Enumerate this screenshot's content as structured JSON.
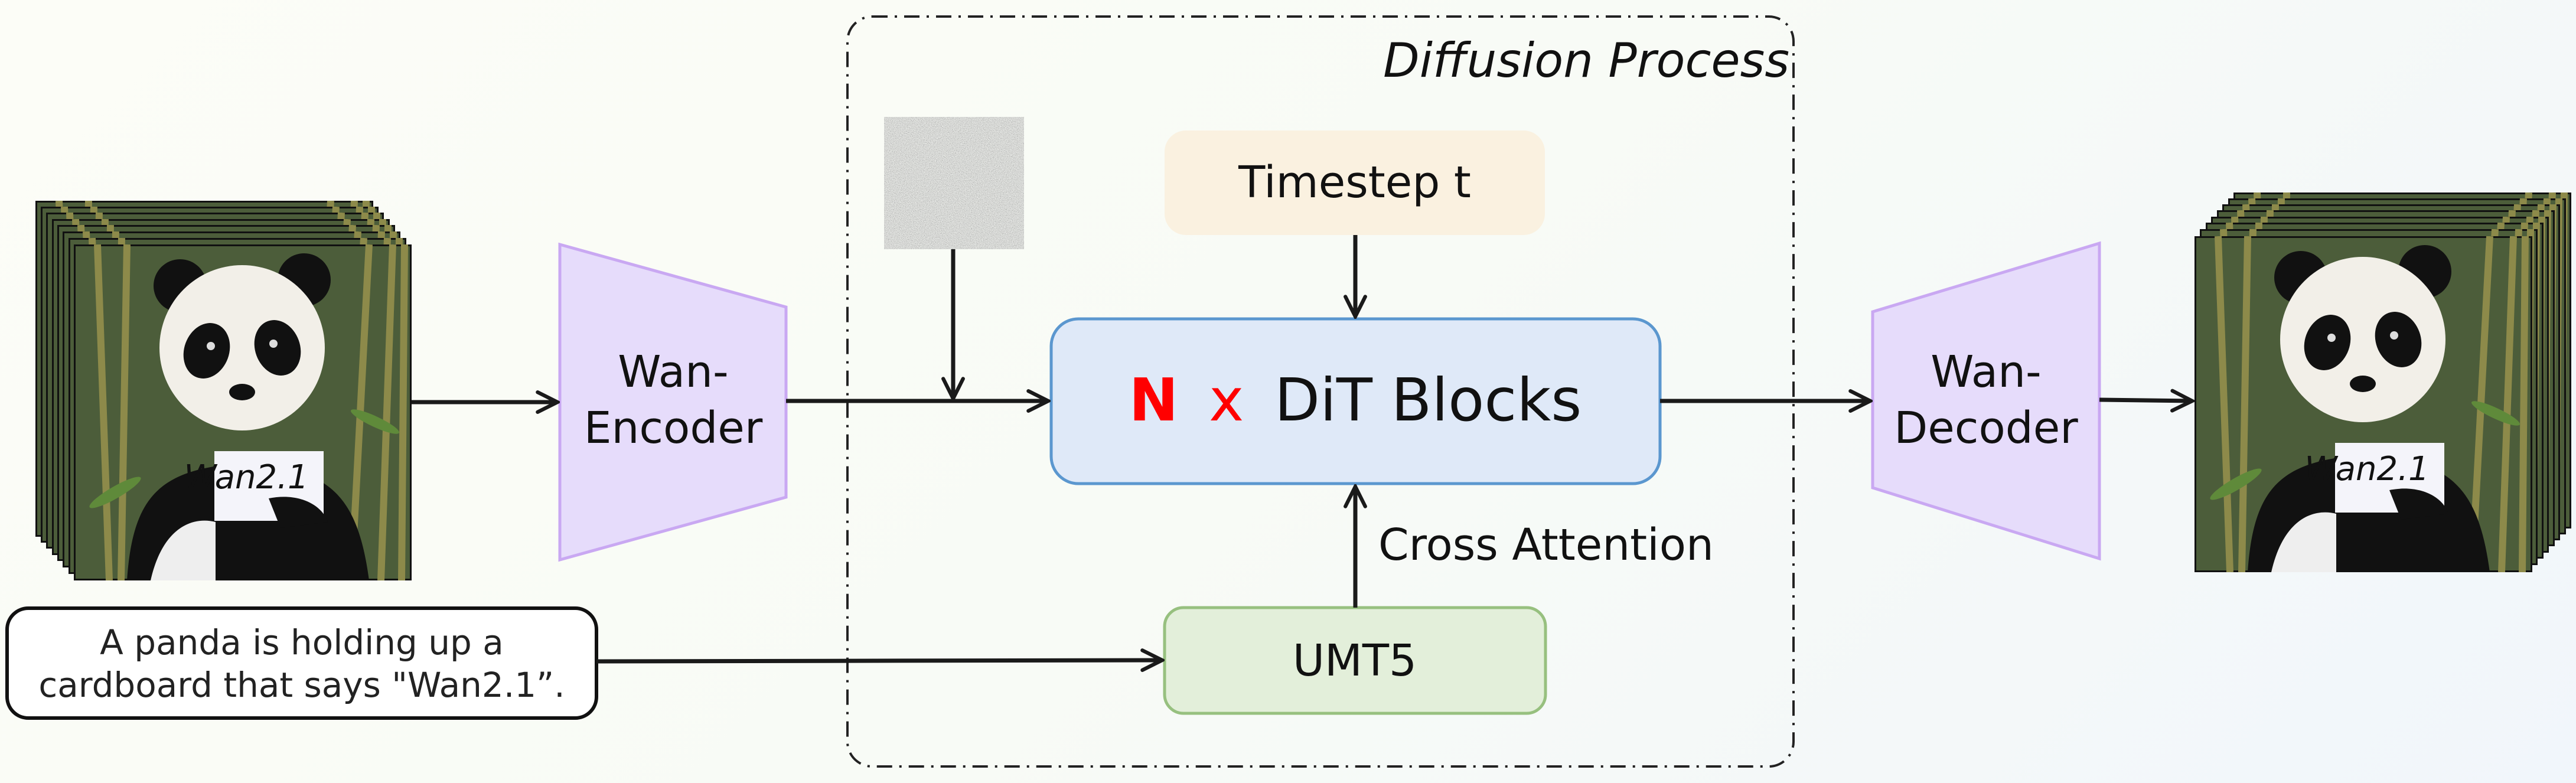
{
  "diffusion_box": {
    "title": "Diffusion Process"
  },
  "input_video": {
    "sign_text": "Wan2.1"
  },
  "output_video": {
    "sign_text": "Wan2.1"
  },
  "prompt": {
    "line1": "A panda is holding up a",
    "line2": "cardboard that says \"Wan2.1”."
  },
  "encoder": {
    "line1": "Wan-",
    "line2": "Encoder"
  },
  "decoder": {
    "line1": "Wan-",
    "line2": "Decoder"
  },
  "timestep": {
    "label": "Timestep t"
  },
  "dit": {
    "n": "N",
    "x": "x",
    "label": "DiT Blocks"
  },
  "cross_attention": {
    "label": "Cross Attention"
  },
  "umt5": {
    "label": "UMT5"
  },
  "colors": {
    "encoder_fill": "#e6dcfb",
    "encoder_stroke": "#c9a8f2",
    "timestep_fill": "#faf1e0",
    "dit_fill": "#dfe9f8",
    "dit_stroke": "#5b97cf",
    "umt5_fill": "#e3efda",
    "umt5_stroke": "#97c07f",
    "n_accent": "#ff0000"
  }
}
